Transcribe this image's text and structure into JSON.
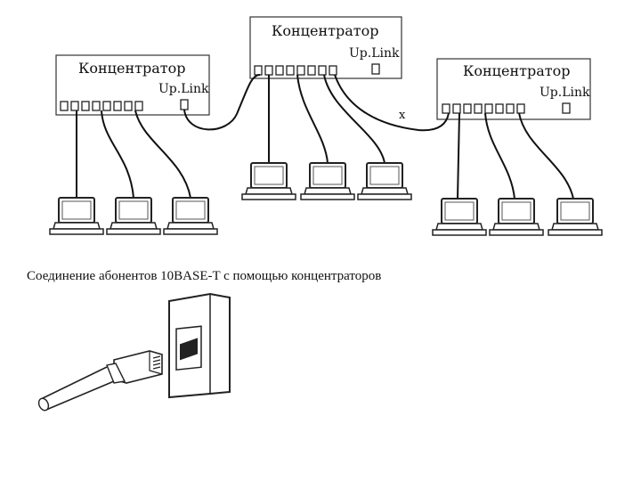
{
  "hubs": {
    "title": "Концентратор",
    "uplink": "Up.Link"
  },
  "cross_mark": "x",
  "caption": "Соединение абонентов 10BASE-T с помощью концентраторов"
}
